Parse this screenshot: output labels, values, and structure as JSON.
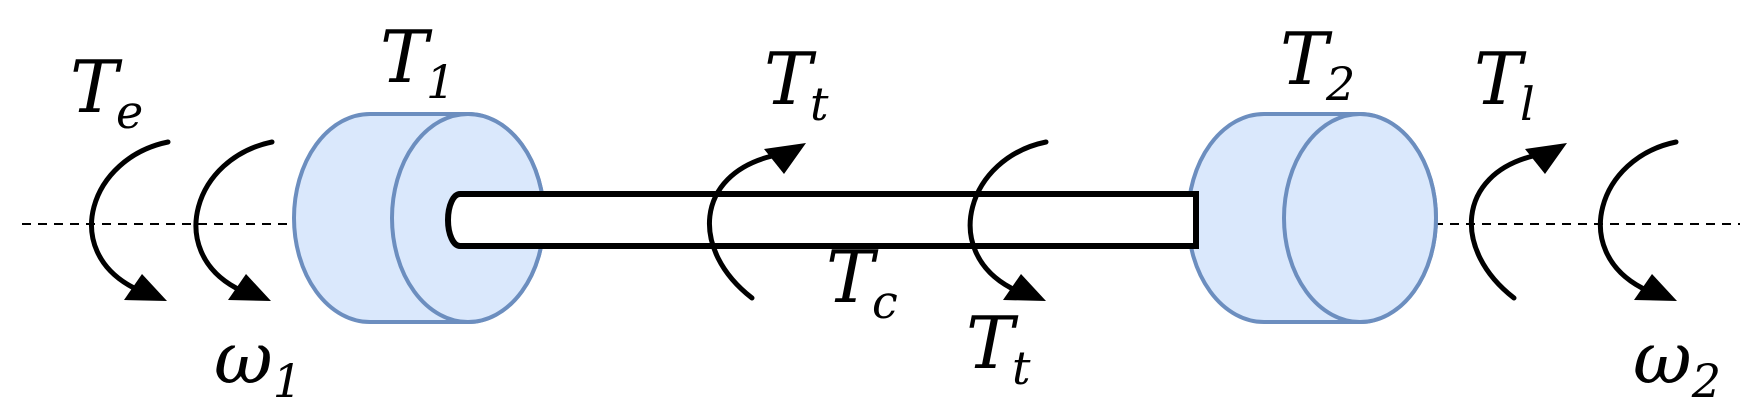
{
  "labels": {
    "engine_torque": {
      "main": "T",
      "sub": "e"
    },
    "omega_left": {
      "main": "ω",
      "sub": "1"
    },
    "disk_left": {
      "main": "T",
      "sub": "1"
    },
    "shaft_torque_top": {
      "main": "T",
      "sub": "t"
    },
    "shaft_torque_bottom": {
      "main": "T",
      "sub": "t"
    },
    "coupling_torque": {
      "main": "T",
      "sub": "c"
    },
    "disk_right": {
      "main": "T",
      "sub": "2"
    },
    "load_torque": {
      "main": "T",
      "sub": "l"
    },
    "omega_right": {
      "main": "ω",
      "sub": "2"
    }
  },
  "colors": {
    "disk_fill": "#dae8fc",
    "disk_stroke": "#6c8ebf",
    "line": "#000000"
  }
}
